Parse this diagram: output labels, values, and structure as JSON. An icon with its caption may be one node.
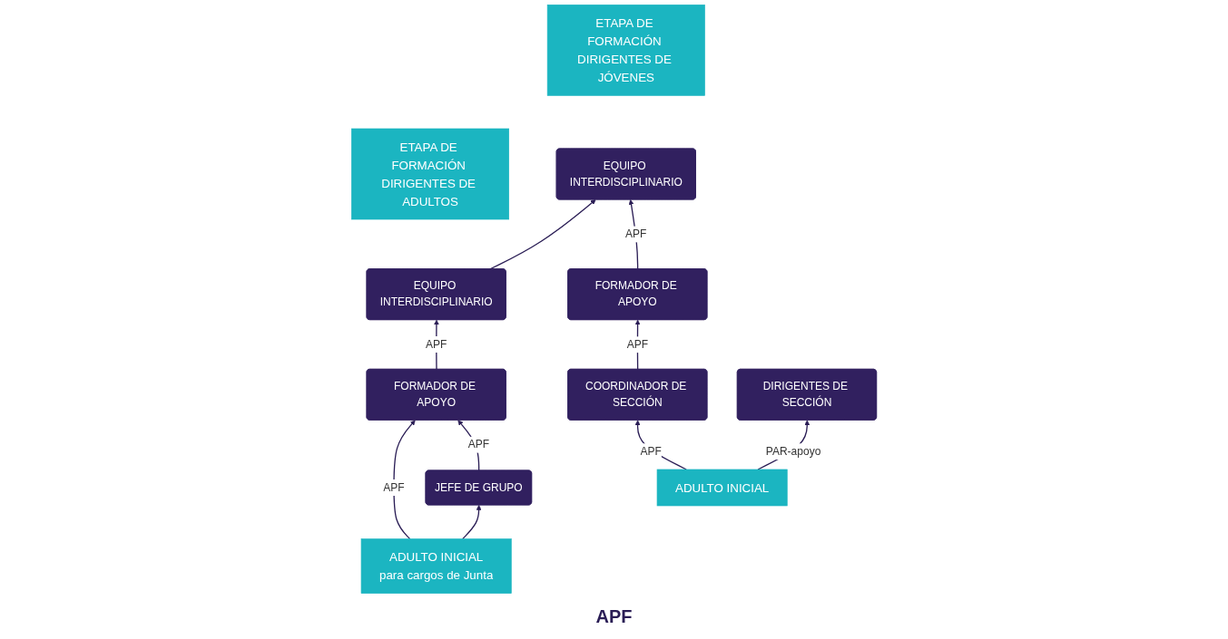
{
  "diagram": {
    "nodes": [
      {
        "text": [
          "ETAPA DE FORMACIÓN DIRIGENTES DE JÓVENES"
        ]
      },
      {
        "text": [
          "ETAPA DE FORMACIÓN DIRIGENTES DE ADULTOS"
        ]
      },
      {
        "text": [
          "EQUIPO INTERDISCIPLINARIO"
        ]
      },
      {
        "text": [
          "EQUIPO INTERDISCIPLINARIO"
        ]
      },
      {
        "text": [
          "FORMADOR DE APOYO"
        ]
      },
      {
        "text": [
          "FORMADOR DE APOYO"
        ]
      },
      {
        "text": [
          "COORDINADOR DE SECCIÓN"
        ]
      },
      {
        "text": [
          "JEFE DE GRUPO"
        ]
      },
      {
        "text": [
          "DIRIGENTES DE SECCIÓN"
        ]
      },
      {
        "text": [
          "ADULTO INICIAL",
          "para cargos de Junta"
        ]
      },
      {
        "text": [
          "ADULTO INICIAL"
        ]
      }
    ],
    "edges": [
      {
        "from": 3,
        "to": 2,
        "arrow": "to"
      },
      {
        "from": 4,
        "to": 2,
        "arrow": "to",
        "label": "APF"
      },
      {
        "from": 6,
        "to": 4,
        "arrow": "to",
        "label": "APF"
      },
      {
        "from": 10,
        "to": 8,
        "arrow": "to",
        "label": "PAR-apoyo"
      },
      {
        "from": 10,
        "to": 6,
        "arrow": "to",
        "label": "APF"
      },
      {
        "from": 5,
        "to": 3,
        "arrow": "to",
        "label": "APF"
      },
      {
        "from": 9,
        "to": 5,
        "arrow": "to",
        "label": "APF"
      },
      {
        "from": 7,
        "to": 5,
        "arrow": "to",
        "label": "APF"
      },
      {
        "from": 9,
        "to": 7,
        "arrow": "to"
      }
    ],
    "labels": [
      "APF"
    ]
  }
}
